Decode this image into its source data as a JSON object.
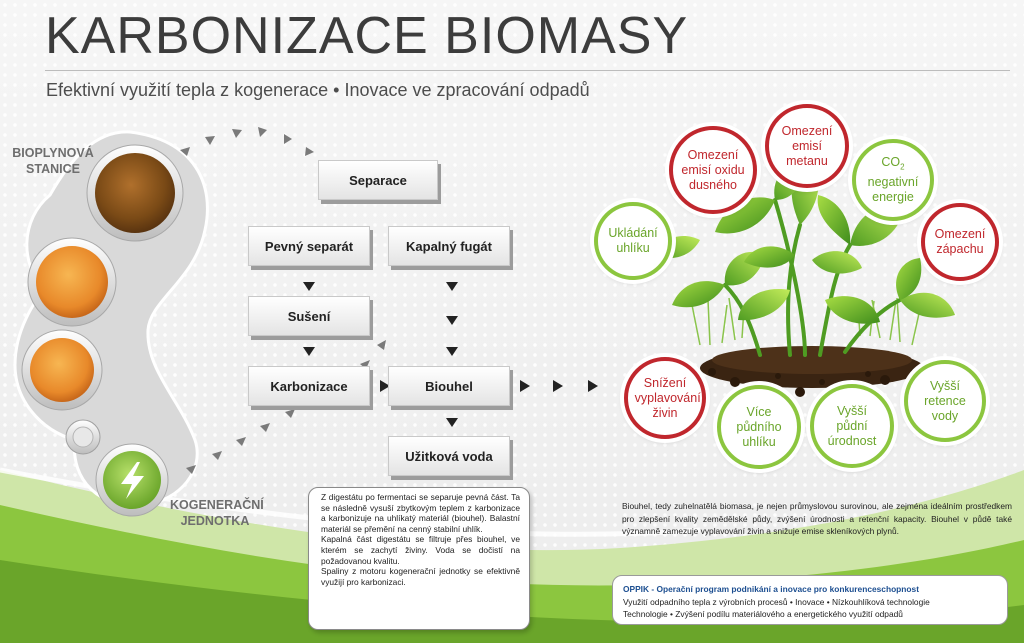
{
  "header": {
    "title": "KARBONIZACE BIOMASY",
    "subtitle": "Efektivní využití tepla z kogenerace • Inovace ve zpracování odpadů"
  },
  "left_labels": {
    "biogas": "BIOPLYNOVÁ STANICE",
    "cogeneration": "KOGENERAČNÍ JEDNOTKA"
  },
  "process": {
    "separation": "Separace",
    "solid": "Pevný separát",
    "liquid": "Kapalný fugát",
    "drying": "Sušení",
    "carbonization": "Karbonizace",
    "biochar": "Biouhel",
    "water": "Užitková voda"
  },
  "benefits": {
    "nox": "Omezení emisí oxidu dusného",
    "methane": "Omezení emisí metanu",
    "co2_prefix": "CO",
    "co2_sub": "2",
    "co2_rest": "negativní energie",
    "odor": "Omezení zápachu",
    "storage": "Ukládání uhlíku",
    "leaching": "Snížení vyplavování živin",
    "soil_carbon": "Více půdního uhlíku",
    "fertility": "Vyšší půdní úrodnost",
    "retention": "Vyšší retence vody"
  },
  "description": [
    "Z digestátu po fermentaci se separuje pevná část. Ta se následně vysuší zbytkovým teplem z karbonizace a karbonizuje na uhlíkatý materiál (biouhel). Balastní materiál se přemění na cenný stabilní uhlík.",
    "Kapalná část digestátu se filtruje přes biouhel, ve kterém se zachytí živiny. Voda se dočistí na požadovanou kvalitu.",
    "Spaliny z motoru kogenerační jednotky se efektivně využijí pro karbonizaci."
  ],
  "biochar_text": "Biouhel, tedy zuhelnatělá biomasa, je nejen průmyslovou surovinou, ale zejména ideálním prostředkem pro zlepšení kvality zemědělské půdy, zvýšení úrodnosti a retenční kapacity. Biouhel v půdě také významně zamezuje vyplavování živin a snižuje emise skleníkových plynů.",
  "oppik": {
    "head": "OPPIK - Operační program podnikání a inovace pro konkurenceschopnost",
    "line1": "Využití odpadního tepla z výrobních procesů • Inovace • Nízkouhlíková technologie",
    "line2": "Technologie • Zvýšení podílu materiálového a energetického využití odpadů"
  },
  "icons": [
    "lightning-icon",
    "plant-icon"
  ],
  "colors": {
    "red": "#c0272d",
    "green": "#8cc63f",
    "brown": "#7a4a16",
    "orange": "#e8892a"
  }
}
